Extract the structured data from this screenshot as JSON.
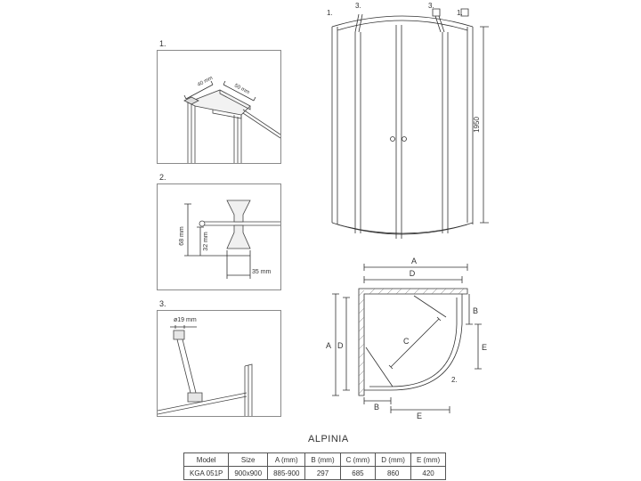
{
  "detail1": {
    "number": "1.",
    "dim_a": "40 mm",
    "dim_b": "50 mm"
  },
  "detail2": {
    "number": "2.",
    "height_outer": "68 mm",
    "height_inner": "32 mm",
    "width": "35 mm"
  },
  "detail3": {
    "number": "3.",
    "diameter": "ø19 mm"
  },
  "front_view": {
    "callout_1_left": "1.",
    "callout_3_left": "3.",
    "callout_3_right": "3.",
    "callout_1_right": "1.",
    "height": "1950"
  },
  "plan_view": {
    "dim_a_top": "A",
    "dim_d_top": "D",
    "dim_a_left": "A",
    "dim_d_left": "D",
    "dim_b_right": "B",
    "dim_e_right": "E",
    "dim_c_diag": "C",
    "dim_b_bottom": "B",
    "dim_e_bottom": "E",
    "callout_2": "2."
  },
  "spec": {
    "title": "ALPINIA",
    "headers": [
      "Model",
      "Size",
      "A (mm)",
      "B (mm)",
      "C (mm)",
      "D (mm)",
      "E (mm)"
    ],
    "rows": [
      [
        "KGA 051P",
        "900x900",
        "885-900",
        "297",
        "685",
        "860",
        "420"
      ]
    ]
  }
}
